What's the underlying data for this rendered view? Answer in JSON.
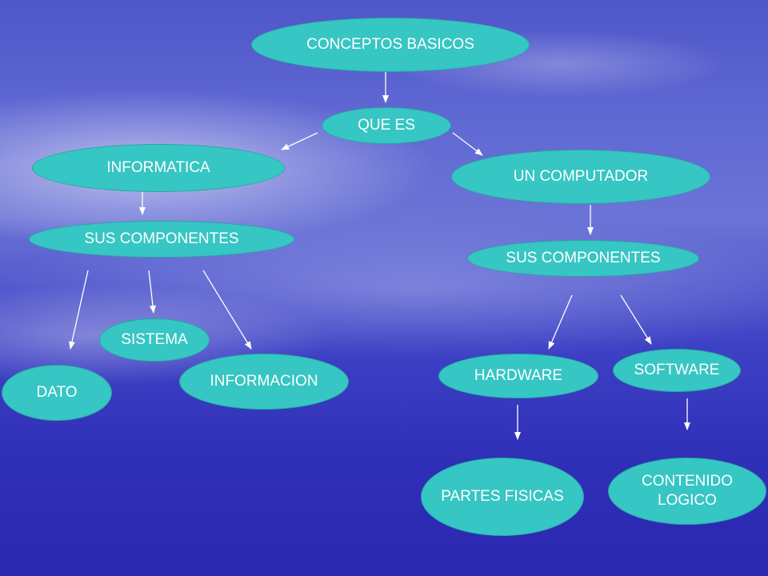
{
  "nodes": {
    "conceptos_basicos": "CONCEPTOS BASICOS",
    "que_es": "QUE ES",
    "informatica": "INFORMATICA",
    "un_computador": "UN COMPUTADOR",
    "sus_componentes_left": "SUS COMPONENTES",
    "sus_componentes_right": "SUS COMPONENTES",
    "sistema": "SISTEMA",
    "dato": "DATO",
    "informacion": "INFORMACION",
    "hardware": "HARDWARE",
    "software": "SOFTWARE",
    "partes_fisicas": "PARTES FISICAS",
    "contenido_logico": "CONTENIDO\nLOGICO"
  },
  "colors": {
    "node_fill": "#36c6c3",
    "arrow": "#ffffff",
    "text": "#ffffff"
  }
}
